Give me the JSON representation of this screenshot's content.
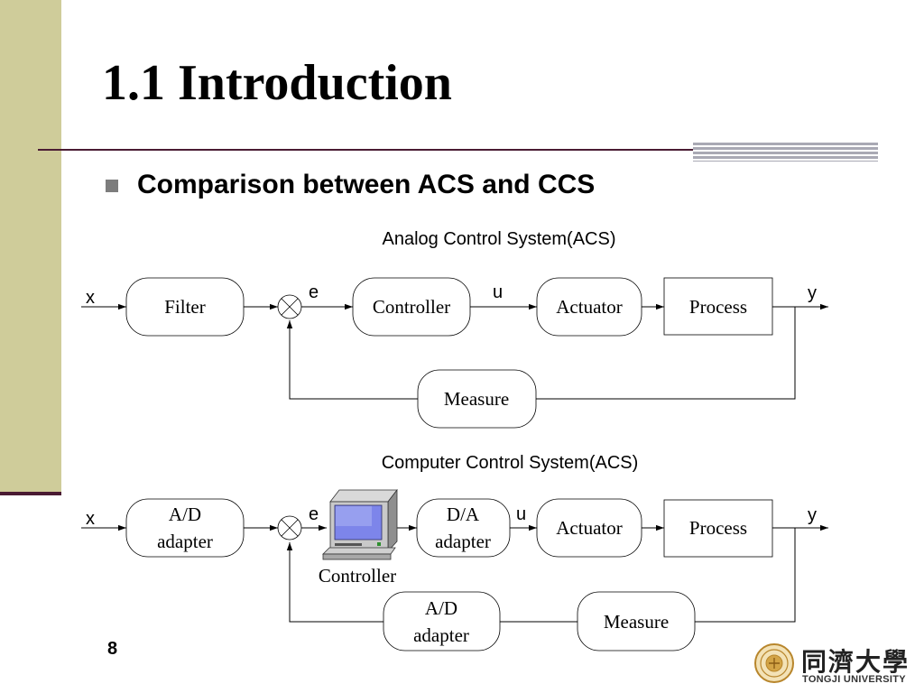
{
  "slide": {
    "title": "1.1 Introduction",
    "bullet": "Comparison between ACS and CCS",
    "page_number": "8"
  },
  "acs": {
    "caption": "Analog Control System(ACS)",
    "input": "x",
    "output": "y",
    "error": "e",
    "control": "u",
    "filter": "Filter",
    "controller": "Controller",
    "actuator": "Actuator",
    "process": "Process",
    "measure": "Measure"
  },
  "ccs": {
    "caption": "Computer Control System(ACS)",
    "input": "x",
    "output": "y",
    "error": "e",
    "control": "u",
    "ad_in": [
      "A/D",
      "adapter"
    ],
    "da": [
      "D/A",
      "adapter"
    ],
    "ad_fb": [
      "A/D",
      "adapter"
    ],
    "controller": "Controller",
    "actuator": "Actuator",
    "process": "Process",
    "measure": "Measure"
  },
  "university": {
    "name_cn": "同濟大學",
    "name_en": "TONGJI UNIVERSITY"
  },
  "colors": {
    "band": "#cfcc9a",
    "rule": "#4a1b33",
    "accent": "#a9a9b4"
  }
}
